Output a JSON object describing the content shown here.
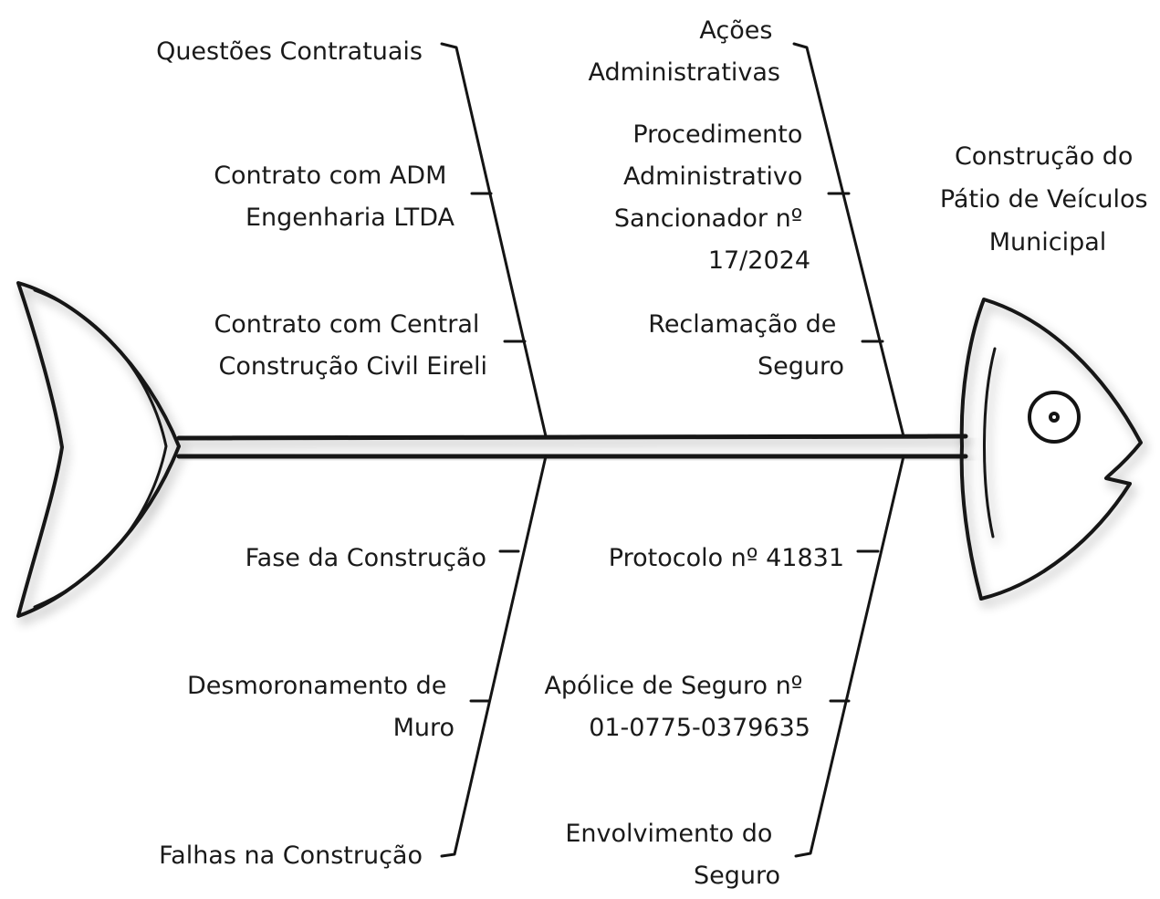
{
  "effect": "Construção do Pátio de Veículos Municipal",
  "effect_lines": [
    "Construção do",
    "Pátio de Veículos",
    "Municipal"
  ],
  "categories": [
    {
      "label": "Questões Contratuais",
      "lines": [
        "Questões Contratuais"
      ],
      "causes": [
        {
          "label": "Contrato com ADM Engenharia LTDA",
          "lines": [
            "Contrato com ADM",
            "Engenharia LTDA"
          ]
        },
        {
          "label": "Contrato com Central Construção Civil Eireli",
          "lines": [
            "Contrato com Central",
            "Construção Civil Eireli"
          ]
        }
      ]
    },
    {
      "label": "Ações Administrativas",
      "lines": [
        "Ações",
        "Administrativas"
      ],
      "causes": [
        {
          "label": "Procedimento Administrativo Sancionador nº 17/2024",
          "lines": [
            "Procedimento",
            "Administrativo",
            "Sancionador nº",
            "17/2024"
          ]
        },
        {
          "label": "Reclamação de Seguro",
          "lines": [
            "Reclamação de",
            "Seguro"
          ]
        }
      ]
    },
    {
      "label": "Falhas na Construção",
      "lines": [
        "Falhas na Construção"
      ],
      "causes": [
        {
          "label": "Fase da Construção",
          "lines": [
            "Fase da Construção"
          ]
        },
        {
          "label": "Desmoronamento de Muro",
          "lines": [
            "Desmoronamento de",
            "Muro"
          ]
        }
      ]
    },
    {
      "label": "Envolvimento do Seguro",
      "lines": [
        "Envolvimento do",
        "Seguro"
      ],
      "causes": [
        {
          "label": "Protocolo nº 41831",
          "lines": [
            "Protocolo nº 41831"
          ]
        },
        {
          "label": "Apólice de Seguro nº 01-0775-0379635",
          "lines": [
            "Apólice de Seguro nº",
            "01-0775-0379635"
          ]
        }
      ]
    }
  ]
}
